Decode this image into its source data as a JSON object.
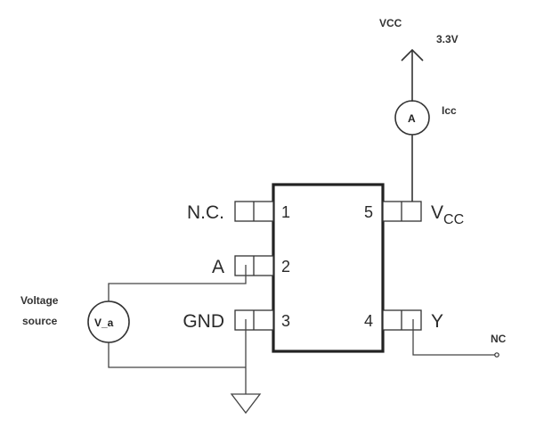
{
  "supply": {
    "net_label": "VCC",
    "voltage": "3.3V",
    "ammeter_symbol": "A",
    "current_label": "Icc"
  },
  "chip": {
    "pins": [
      {
        "number": "1",
        "name": "N.C."
      },
      {
        "number": "2",
        "name": "A"
      },
      {
        "number": "3",
        "name": "GND"
      },
      {
        "number": "4",
        "name": "Y"
      },
      {
        "number": "5",
        "name": "V",
        "subscript": "CC"
      }
    ]
  },
  "source": {
    "label_line1": "Voltage",
    "label_line2": "source",
    "symbol": "V_a"
  },
  "output": {
    "label": "NC"
  }
}
